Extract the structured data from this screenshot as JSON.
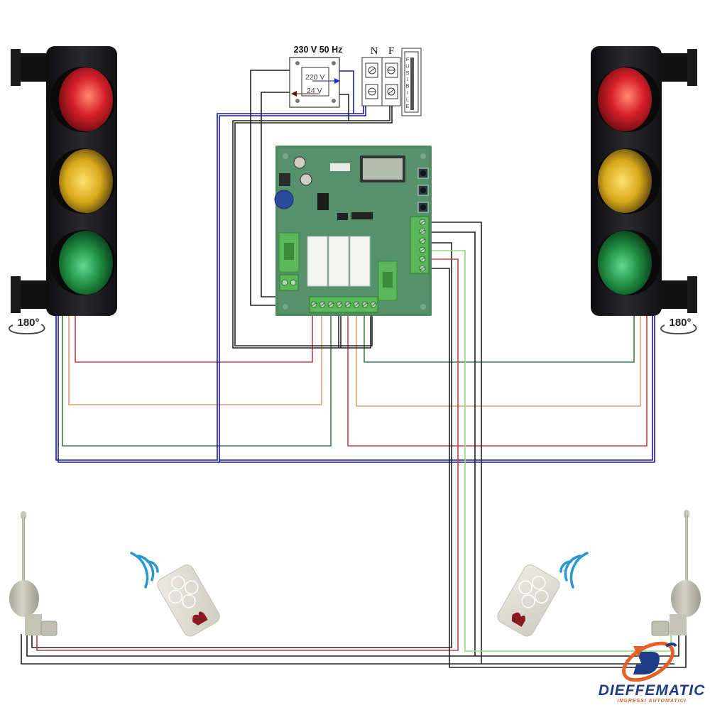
{
  "diagram": {
    "title": "Two-way traffic light wiring diagram with radio control",
    "power_label": "230 V 50 Hz",
    "transformer": {
      "primary_label": "220 V",
      "secondary_label": "24 V"
    },
    "terminals": {
      "neutral": "N",
      "phase": "F"
    },
    "fuse_label": [
      "F",
      "U",
      "S",
      "I",
      "B",
      "I",
      "L",
      "E"
    ],
    "rotation_left": "180°",
    "rotation_right": "180°",
    "brand": {
      "name": "DIEFFEMATIC",
      "tagline": "INGRESSI AUTOMATICI"
    }
  },
  "colors": {
    "wire_red": "#c0404a",
    "wire_orange": "#e0a070",
    "wire_green": "#3f7a48",
    "wire_blue": "#1a1aa0",
    "wire_black": "#222222",
    "wire_lightgreen": "#8fdc78",
    "pcb": "#4e8a62",
    "housing": "#1c1c1e",
    "lamp_red": "#d8202a",
    "lamp_yellow": "#d8a818",
    "lamp_green": "#1e8a40",
    "brand_blue": "#1d3b86",
    "brand_orange": "#e2622a",
    "signal": "#2a98d0"
  }
}
